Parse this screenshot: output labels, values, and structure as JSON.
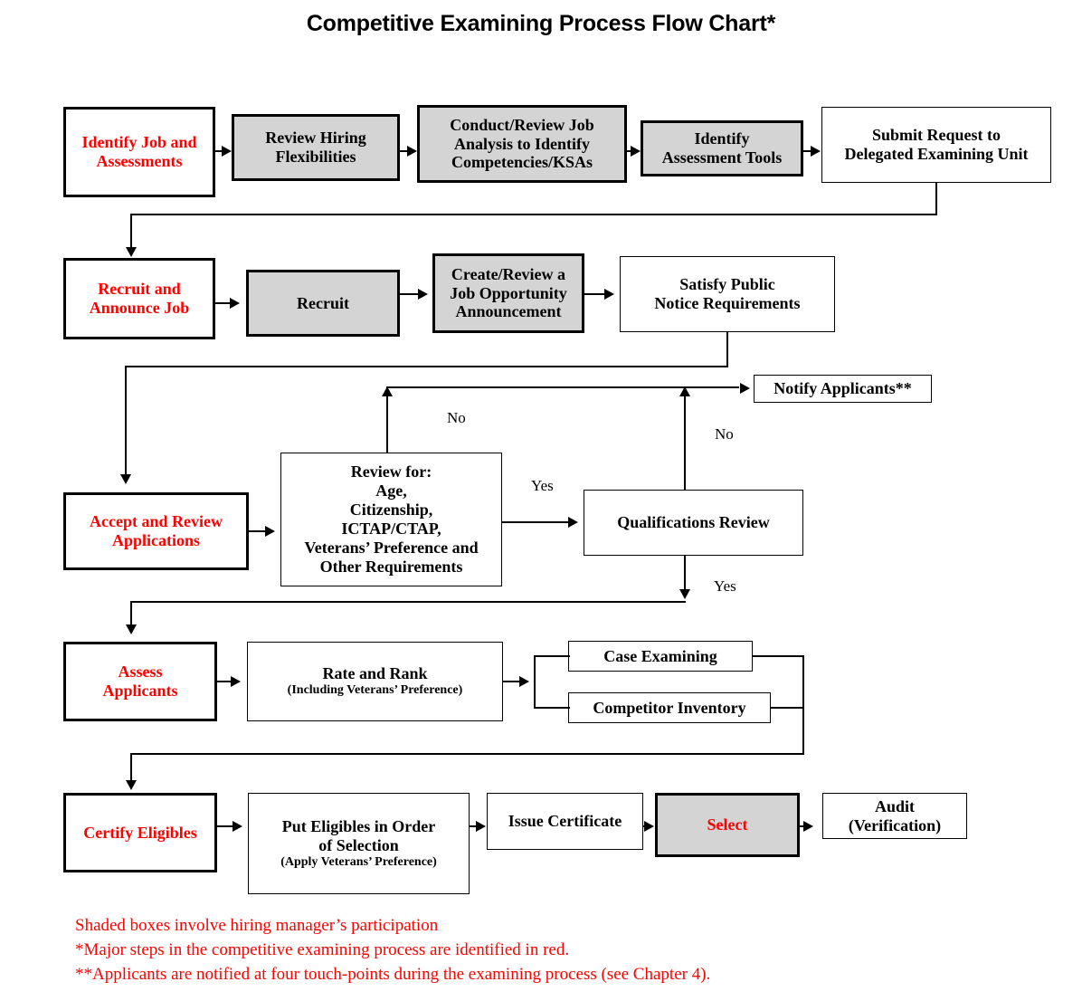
{
  "title": "Competitive Examining Process Flow Chart*",
  "colors": {
    "red": "#ff0000",
    "shade": "#d4d4d4",
    "line": "#000000"
  },
  "rows": {
    "row1": {
      "identify_job": "Identify Job and\nAssessments",
      "review_flex": "Review Hiring\nFlexibilities",
      "job_analysis": "Conduct/Review Job\nAnalysis to Identify\nCompetencies/KSAs",
      "assessment_tools": "Identify\nAssessment Tools",
      "submit_request": "Submit Request to\nDelegated Examining Unit"
    },
    "row2": {
      "recruit_announce": "Recruit and\nAnnounce Job",
      "recruit": "Recruit",
      "joa": "Create/Review a\nJob Opportunity\nAnnouncement",
      "public_notice": "Satisfy Public\nNotice Requirements"
    },
    "row3": {
      "notify_applicants": "Notify Applicants**",
      "accept_review": "Accept and Review\nApplications",
      "review_for": "Review for:\nAge,\nCitizenship,\nICTAP/CTAP,\nVeterans’ Preference and\nOther Requirements",
      "qualifications_review": "Qualifications Review"
    },
    "row4": {
      "assess_applicants": "Assess\nApplicants",
      "rate_rank": "Rate and Rank",
      "rate_rank_sub": "(Including Veterans’ Preference)",
      "case_examining": "Case Examining",
      "competitor_inventory": "Competitor Inventory"
    },
    "row5": {
      "certify_eligibles": "Certify Eligibles",
      "put_eligibles": "Put Eligibles in Order\nof Selection",
      "put_eligibles_sub": "(Apply Veterans’ Preference)",
      "issue_certificate": "Issue Certificate",
      "select": "Select",
      "audit": "Audit\n(Verification)"
    }
  },
  "edge_labels": {
    "no_review": "No",
    "no_quals": "No",
    "yes_to_quals": "Yes",
    "yes_from_quals": "Yes"
  },
  "footnotes": [
    "Shaded boxes involve hiring manager’s participation",
    "*Major steps in the competitive examining process are identified in red.",
    "**Applicants are notified at four touch-points during the examining process (see Chapter 4)."
  ]
}
